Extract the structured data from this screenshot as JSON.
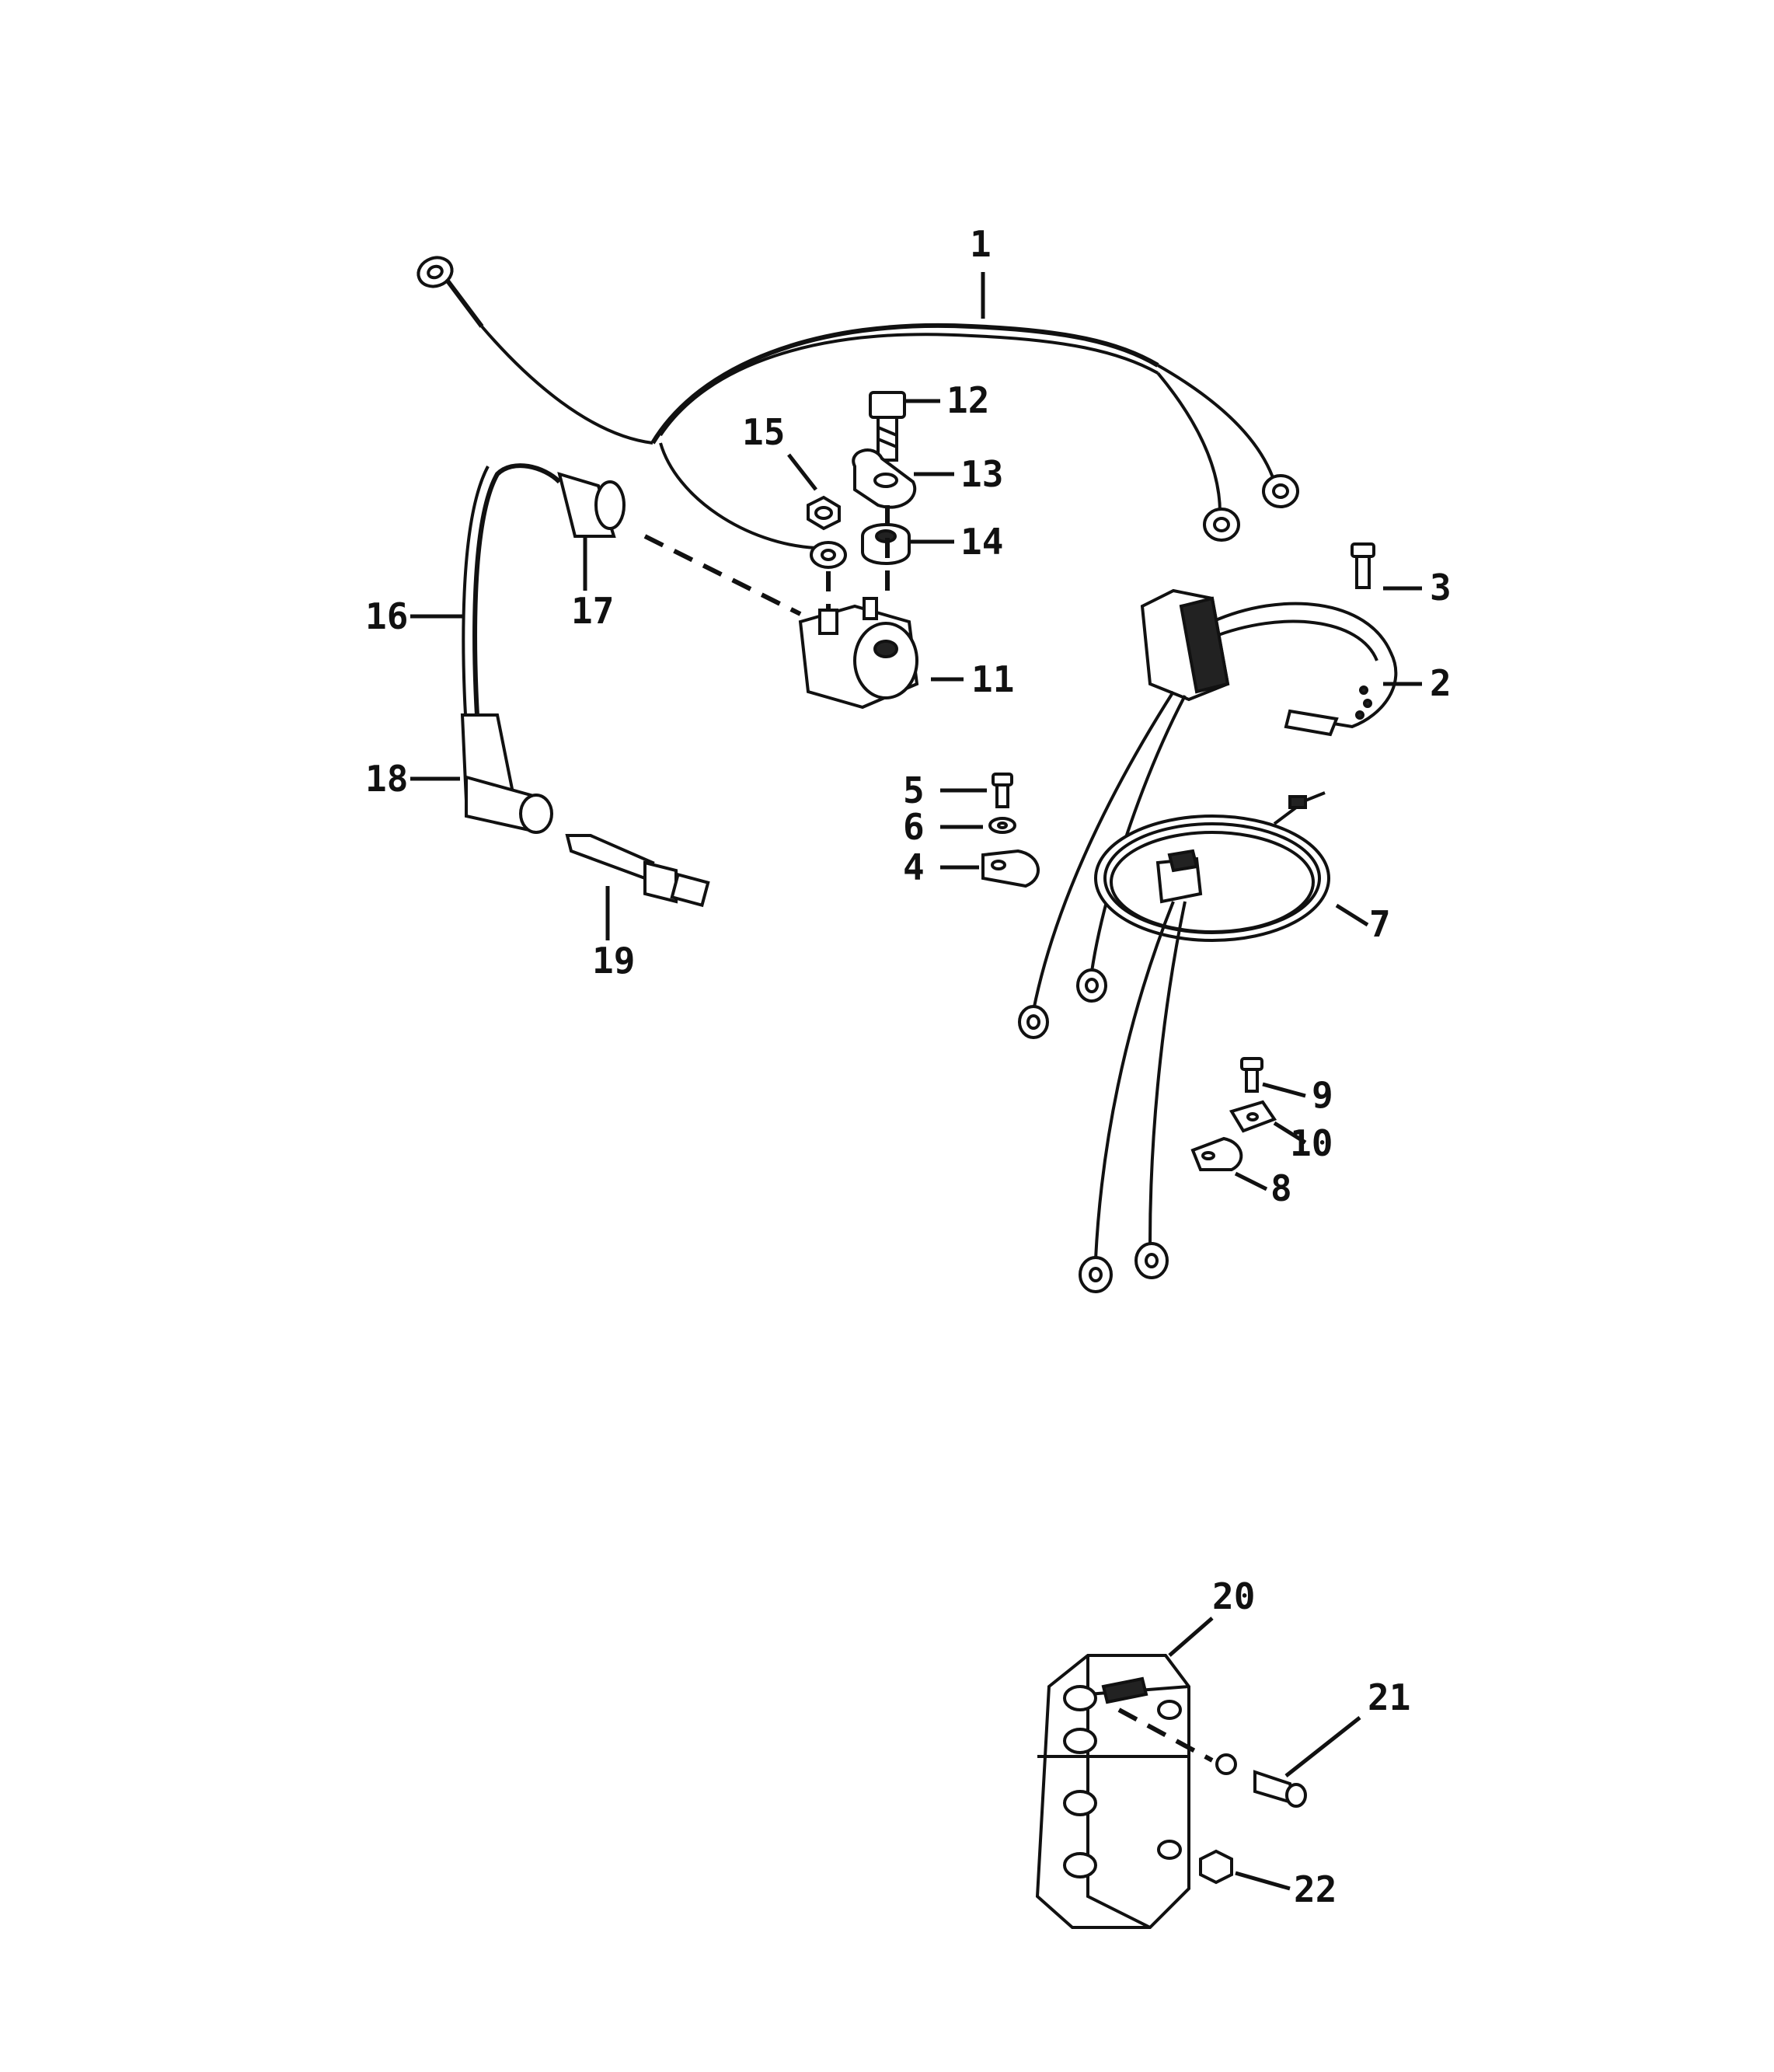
{
  "diagram": {
    "callouts": [
      {
        "id": "1",
        "label": "1"
      },
      {
        "id": "2",
        "label": "2"
      },
      {
        "id": "3",
        "label": "3"
      },
      {
        "id": "4",
        "label": "4"
      },
      {
        "id": "5",
        "label": "5"
      },
      {
        "id": "6",
        "label": "6"
      },
      {
        "id": "7",
        "label": "7"
      },
      {
        "id": "8",
        "label": "8"
      },
      {
        "id": "9",
        "label": "9"
      },
      {
        "id": "10",
        "label": "10"
      },
      {
        "id": "11",
        "label": "11"
      },
      {
        "id": "12",
        "label": "12"
      },
      {
        "id": "13",
        "label": "13"
      },
      {
        "id": "14",
        "label": "14"
      },
      {
        "id": "15",
        "label": "15"
      },
      {
        "id": "16",
        "label": "16"
      },
      {
        "id": "17",
        "label": "17"
      },
      {
        "id": "18",
        "label": "18"
      },
      {
        "id": "19",
        "label": "19"
      },
      {
        "id": "20",
        "label": "20"
      },
      {
        "id": "21",
        "label": "21"
      },
      {
        "id": "22",
        "label": "22"
      }
    ]
  }
}
